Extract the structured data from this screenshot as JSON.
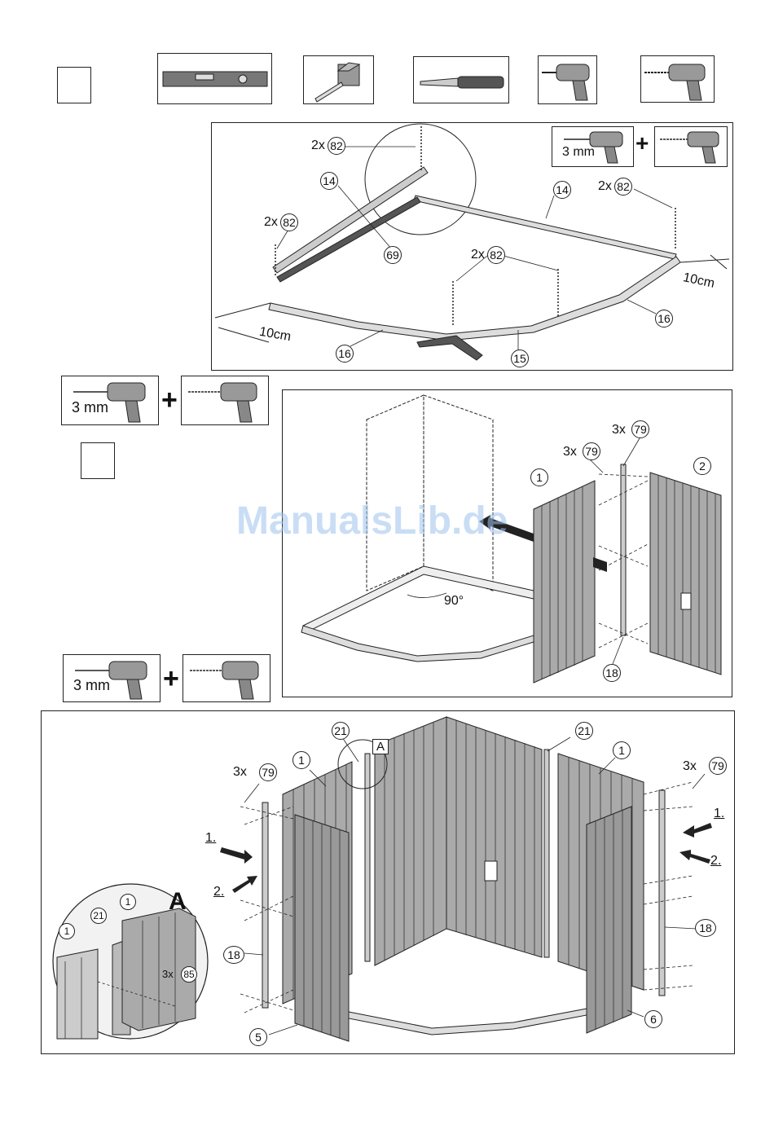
{
  "tools": [
    "spirit-level-icon",
    "tape-measure-icon",
    "utility-knife-icon",
    "drill-icon",
    "screwdriver-drill-icon"
  ],
  "step1": {
    "drill_size": "3 mm",
    "plus": "+",
    "qty_2x": "2x",
    "part_82": "82",
    "part_14": "14",
    "part_69": "69",
    "part_16": "16",
    "part_15": "15",
    "dist": "10cm"
  },
  "step2": {
    "drill_size": "3 mm",
    "plus": "+",
    "qty_3x": "3x",
    "part_79": "79",
    "part_1": "1",
    "part_2": "2",
    "part_18": "18",
    "angle": "90°"
  },
  "step3": {
    "drill_size": "3 mm",
    "plus": "+",
    "qty_3x": "3x",
    "part_79": "79",
    "part_1": "1",
    "part_21": "21",
    "part_18": "18",
    "part_5": "5",
    "part_6": "6",
    "part_85": "85",
    "detail": "A",
    "order_1": "1.",
    "order_2": "2."
  },
  "watermark": "ManualsLib.de"
}
